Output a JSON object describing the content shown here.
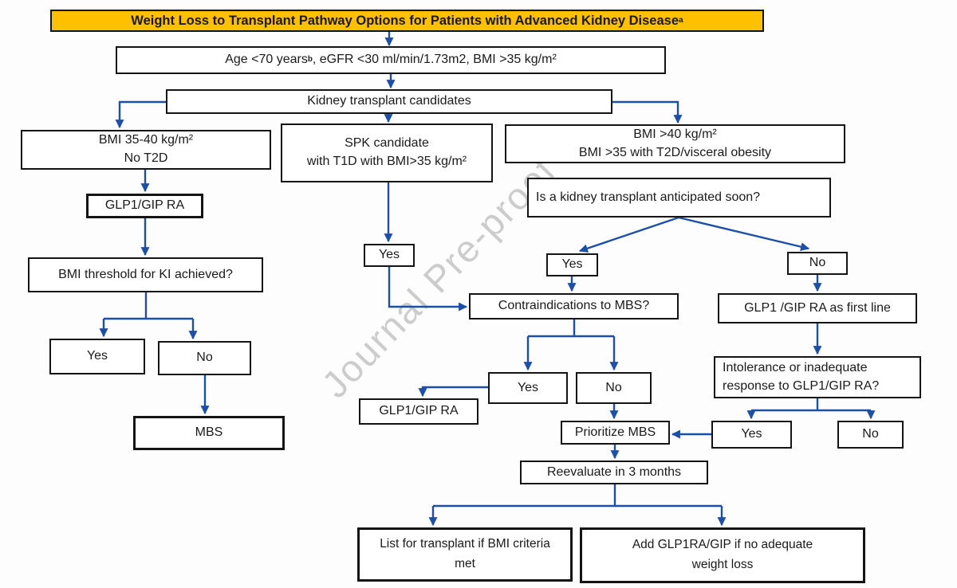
{
  "title": {
    "text": "Weight Loss to Transplant Pathway Options for Patients with Advanced Kidney Disease",
    "superscript": "a"
  },
  "watermark": "Journal Pre-proof",
  "colors": {
    "title_background": "#FFC000",
    "connector_blue": "#1d4fa6",
    "box_border": "#141414",
    "watermark_gray": "#878787"
  },
  "nodes": {
    "age": {
      "pre": "Age <70 years",
      "sup": "b",
      "post": " , eGFR <30 ml/min/1.73m2, BMI >35 kg/m²"
    },
    "kidney_candidates": {
      "text": "Kidney transplant candidates"
    },
    "bmi_35_40": {
      "text": "BMI 35-40 kg/m²\nNo T2D"
    },
    "glp1_gip_ra_left": {
      "text": "GLP1/GIP RA"
    },
    "bmi_threshold": {
      "text": "BMI threshold for KI achieved?"
    },
    "yes_ki": {
      "text": "Yes"
    },
    "no_ki": {
      "text": "No"
    },
    "mbs": {
      "text": "MBS"
    },
    "spk": {
      "text": "SPK candidate\nwith T1D with BMI>35 kg/m²"
    },
    "yes_spk": {
      "text": "Yes"
    },
    "bmi_over_40": {
      "text": "BMI >40 kg/m²\nBMI >35 with T2D/visceral obesity"
    },
    "kt_anticipated": {
      "text": "Is a kidney transplant anticipated soon?"
    },
    "yes_kt": {
      "text": "Yes"
    },
    "no_kt": {
      "text": "No"
    },
    "contraindications": {
      "text": "Contraindications to MBS?"
    },
    "glp1_first_line": {
      "text": "GLP1 /GIP RA as first line"
    },
    "yes_contra": {
      "text": "Yes"
    },
    "no_contra": {
      "text": "No"
    },
    "glp1_gip_ra_mid": {
      "text": "GLP1/GIP RA"
    },
    "prioritize_mbs": {
      "text": "Prioritize MBS"
    },
    "intolerance": {
      "text": "Intolerance or inadequate\nresponse to GLP1/GIP RA?"
    },
    "yes_intolerance": {
      "text": "Yes"
    },
    "no_intolerance": {
      "text": "No"
    },
    "reevaluate": {
      "text": "Reevaluate in 3 months"
    },
    "list_transplant": {
      "text": "List for transplant if BMI criteria\nmet"
    },
    "add_glp1ra": {
      "text": "Add GLP1RA/GIP if no adequate\nweight loss"
    }
  }
}
